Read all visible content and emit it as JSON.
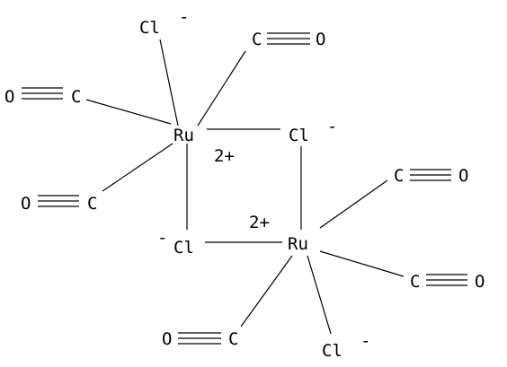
{
  "atoms": {
    "ru1": "Ru",
    "ru2": "Ru",
    "ru1_charge": "2+",
    "ru2_charge": "2+",
    "cl_top": "Cl",
    "cl_top_charge": "-",
    "cl_right": "Cl",
    "cl_right_charge": "-",
    "cl_left": "Cl",
    "cl_left_charge": "-",
    "cl_bottom": "Cl",
    "cl_bottom_charge": "-",
    "c_top": "C",
    "o_top": "O",
    "c_left_upper": "C",
    "o_left_upper": "O",
    "c_left_lower": "C",
    "o_left_lower": "O",
    "c_right_upper": "C",
    "o_right_upper": "O",
    "c_right_lower": "C",
    "o_right_lower": "O",
    "c_bottom": "C",
    "o_bottom": "O"
  }
}
